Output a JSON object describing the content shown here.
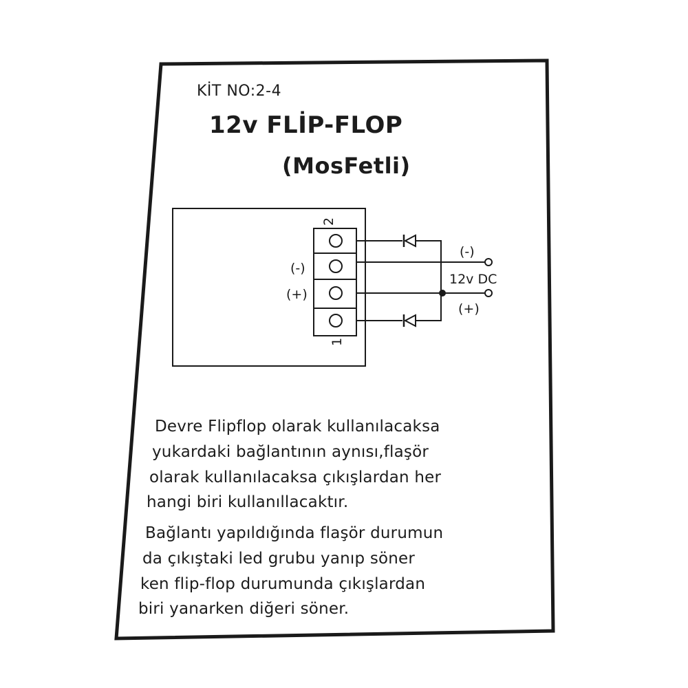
{
  "header": {
    "kit_no": "KİT NO:2-4",
    "title": "12v FLİP-FLOP",
    "subtitle": "(MosFetli)"
  },
  "diagram": {
    "pin_top": "2",
    "pin_bottom": "1",
    "label_minus_left": "(-)",
    "label_plus_left": "(+)",
    "label_minus_right": "(-)",
    "label_plus_right": "(+)",
    "supply_label": "12v DC"
  },
  "body_text": {
    "paragraph1": [
      "Devre Flipflop olarak kullanılacaksa",
      "yukardaki bağlantının aynısı,flaşör",
      "olarak kullanılacaksa çıkışlardan her",
      "hangi biri kullanıllacaktır."
    ],
    "paragraph2": [
      "Bağlantı yapıldığında flaşör durumun",
      "da çıkıştaki led grubu yanıp söner",
      "ken flip-flop durumunda çıkışlardan",
      "biri yanarken  diğeri söner."
    ]
  },
  "colors": {
    "ink": "#1c1c1c",
    "paper": "#ffffff"
  }
}
